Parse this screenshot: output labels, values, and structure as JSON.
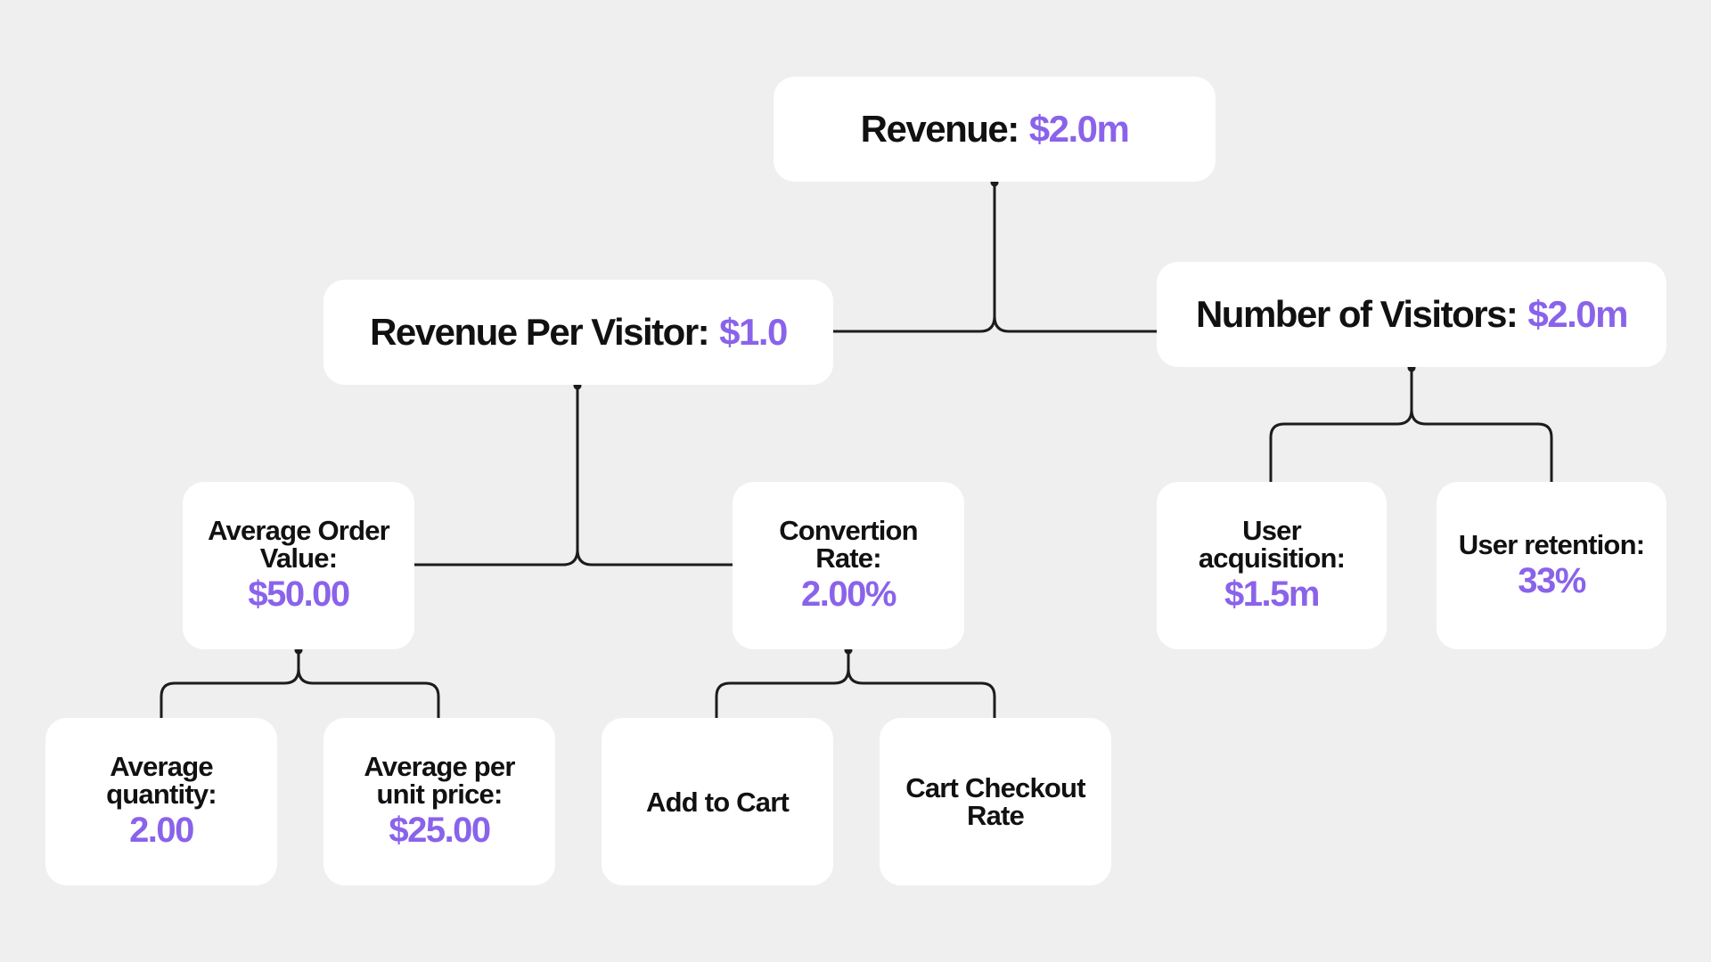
{
  "nodes": {
    "revenue": {
      "label": "Revenue:",
      "value": "$2.0m"
    },
    "revenue_per_visitor": {
      "label": "Revenue Per Visitor:",
      "value": "$1.0"
    },
    "number_of_visitors": {
      "label": "Number of Visitors:",
      "value": "$2.0m"
    },
    "average_order_value": {
      "label": "Average Order Value:",
      "value": "$50.00"
    },
    "convertion_rate": {
      "label": "Convertion Rate:",
      "value": "2.00%"
    },
    "user_acquisition": {
      "label": "User acquisition:",
      "value": "$1.5m"
    },
    "user_retention": {
      "label": "User retention:",
      "value": "33%"
    },
    "average_quantity": {
      "label": "Average quantity:",
      "value": "2.00"
    },
    "average_unit_price": {
      "label": "Average per unit price:",
      "value": "$25.00"
    },
    "add_to_cart": {
      "label": "Add to Cart"
    },
    "cart_checkout_rate": {
      "label": "Cart Checkout Rate"
    }
  },
  "colors": {
    "background": "#efefef",
    "node": "#ffffff",
    "text": "#111111",
    "accent": "#8a63ea",
    "connector": "#1c1c1c"
  }
}
